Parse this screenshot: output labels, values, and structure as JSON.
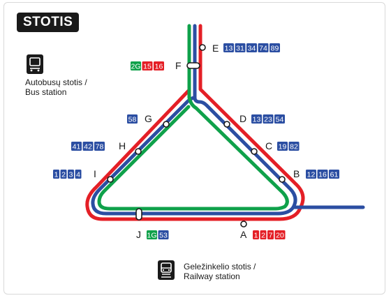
{
  "title": "STOTIS",
  "colors": {
    "red": "#e41f26",
    "blue": "#2b4ea2",
    "green": "#0fa14a",
    "dark": "#1a1a1a"
  },
  "legend": {
    "bus_station": {
      "icon": "bus-station-icon",
      "line1": "Autobusų stotis /",
      "line2": "Bus station"
    },
    "railway_station": {
      "icon": "railway-station-icon",
      "line1": "Geležinkelio stotis /",
      "line2": "Railway station"
    }
  },
  "stops": [
    {
      "id": "E",
      "letter": "E",
      "routes": [
        {
          "n": "13",
          "c": "blue"
        },
        {
          "n": "31",
          "c": "blue"
        },
        {
          "n": "34",
          "c": "blue"
        },
        {
          "n": "74",
          "c": "blue"
        },
        {
          "n": "89",
          "c": "blue"
        }
      ]
    },
    {
      "id": "F",
      "letter": "F",
      "routes": [
        {
          "n": "2G",
          "c": "green"
        },
        {
          "n": "15",
          "c": "red"
        },
        {
          "n": "16",
          "c": "red"
        }
      ]
    },
    {
      "id": "G",
      "letter": "G",
      "routes": [
        {
          "n": "58",
          "c": "blue"
        }
      ]
    },
    {
      "id": "D",
      "letter": "D",
      "routes": [
        {
          "n": "13",
          "c": "blue"
        },
        {
          "n": "23",
          "c": "blue"
        },
        {
          "n": "54",
          "c": "blue"
        }
      ]
    },
    {
      "id": "C",
      "letter": "C",
      "routes": [
        {
          "n": "19",
          "c": "blue"
        },
        {
          "n": "82",
          "c": "blue"
        }
      ]
    },
    {
      "id": "H",
      "letter": "H",
      "routes": [
        {
          "n": "41",
          "c": "blue"
        },
        {
          "n": "42",
          "c": "blue"
        },
        {
          "n": "78",
          "c": "blue"
        }
      ]
    },
    {
      "id": "B",
      "letter": "B",
      "routes": [
        {
          "n": "12",
          "c": "blue"
        },
        {
          "n": "16",
          "c": "blue"
        },
        {
          "n": "61",
          "c": "blue"
        }
      ]
    },
    {
      "id": "I",
      "letter": "I",
      "routes": [
        {
          "n": "1",
          "c": "blue"
        },
        {
          "n": "2",
          "c": "blue"
        },
        {
          "n": "3",
          "c": "blue"
        },
        {
          "n": "4",
          "c": "blue"
        }
      ]
    },
    {
      "id": "J",
      "letter": "J",
      "routes": [
        {
          "n": "1G",
          "c": "green"
        },
        {
          "n": "53",
          "c": "blue"
        }
      ]
    },
    {
      "id": "A",
      "letter": "A",
      "routes": [
        {
          "n": "1",
          "c": "red"
        },
        {
          "n": "2",
          "c": "red"
        },
        {
          "n": "7",
          "c": "red"
        },
        {
          "n": "20",
          "c": "red"
        }
      ]
    }
  ]
}
